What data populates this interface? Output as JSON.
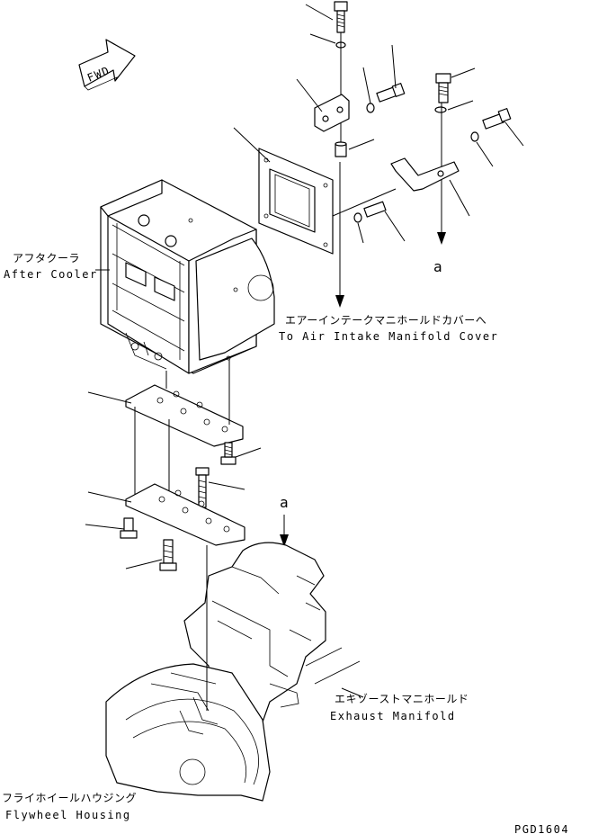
{
  "fwd_label": "FWD",
  "labels": {
    "after_cooler_jp": "アフタクーラ",
    "after_cooler_en": "After Cooler",
    "air_intake_jp": "エアーインテークマニホールドカバーへ",
    "air_intake_en": "To Air Intake Manifold Cover",
    "exhaust_jp": "エキゾーストマニホールド",
    "exhaust_en": "Exhaust Manifold",
    "flywheel_jp": "フライホイールハウジング",
    "flywheel_en": "Flywheel Housing"
  },
  "ref_marks": {
    "upper": "a",
    "lower": "a"
  },
  "drawing_code": "PGD1604"
}
